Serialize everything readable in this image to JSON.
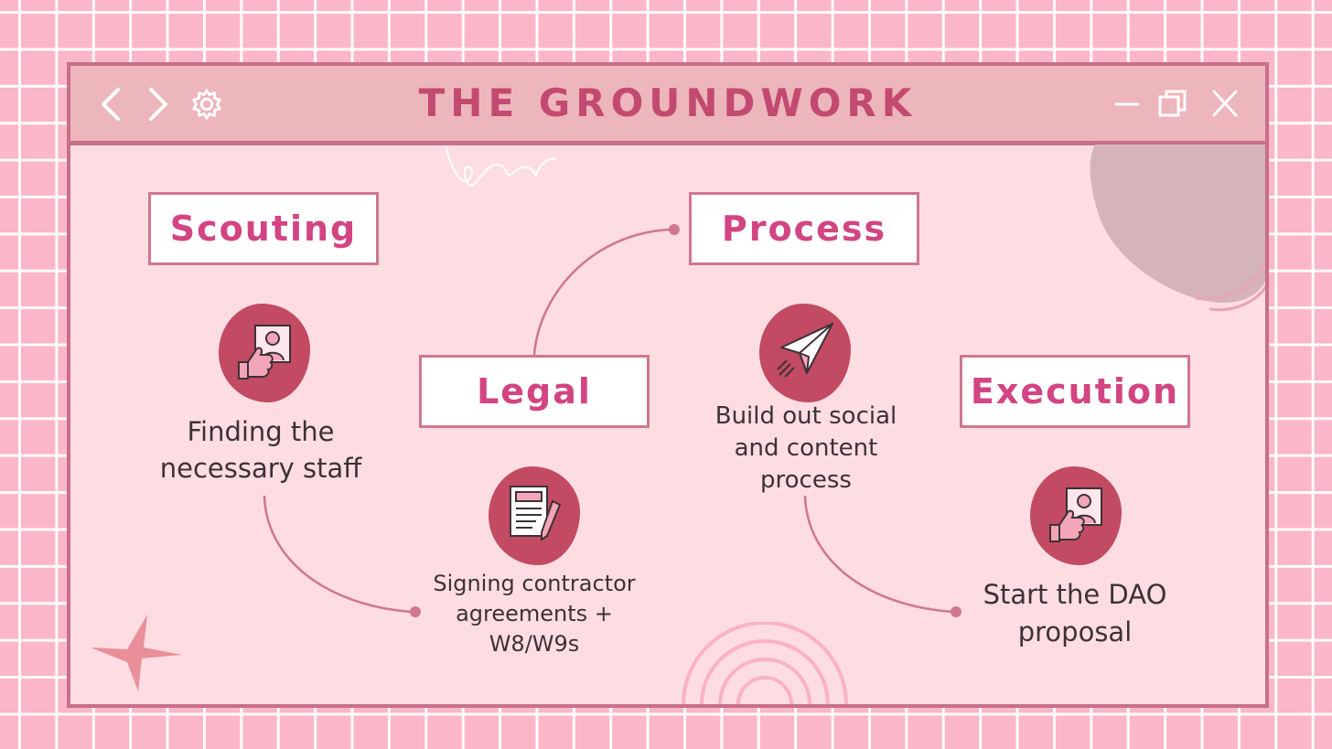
{
  "window": {
    "title": "THE GROUNDWORK",
    "toolbar_icons": [
      "back-icon",
      "forward-icon",
      "gear-icon"
    ],
    "window_controls": [
      "minimize-icon",
      "restore-icon",
      "close-icon"
    ]
  },
  "stages": [
    {
      "label": "Scouting",
      "icon": "thumbs-up-profile-icon",
      "description": "Finding the necessary staff"
    },
    {
      "label": "Legal",
      "icon": "contract-pen-icon",
      "description": "Signing contractor agreements + W8/W9s"
    },
    {
      "label": "Process",
      "icon": "paper-plane-icon",
      "description": "Build out social and content process"
    },
    {
      "label": "Execution",
      "icon": "thumbs-up-profile-icon",
      "description": "Start the DAO proposal"
    }
  ],
  "colors": {
    "background": "#fbb7c9",
    "window_border": "#c86f8b",
    "titlebar": "#edb5bc",
    "panel": "#fddde2",
    "accent": "#d34482",
    "icon_blob": "#c24a62"
  }
}
